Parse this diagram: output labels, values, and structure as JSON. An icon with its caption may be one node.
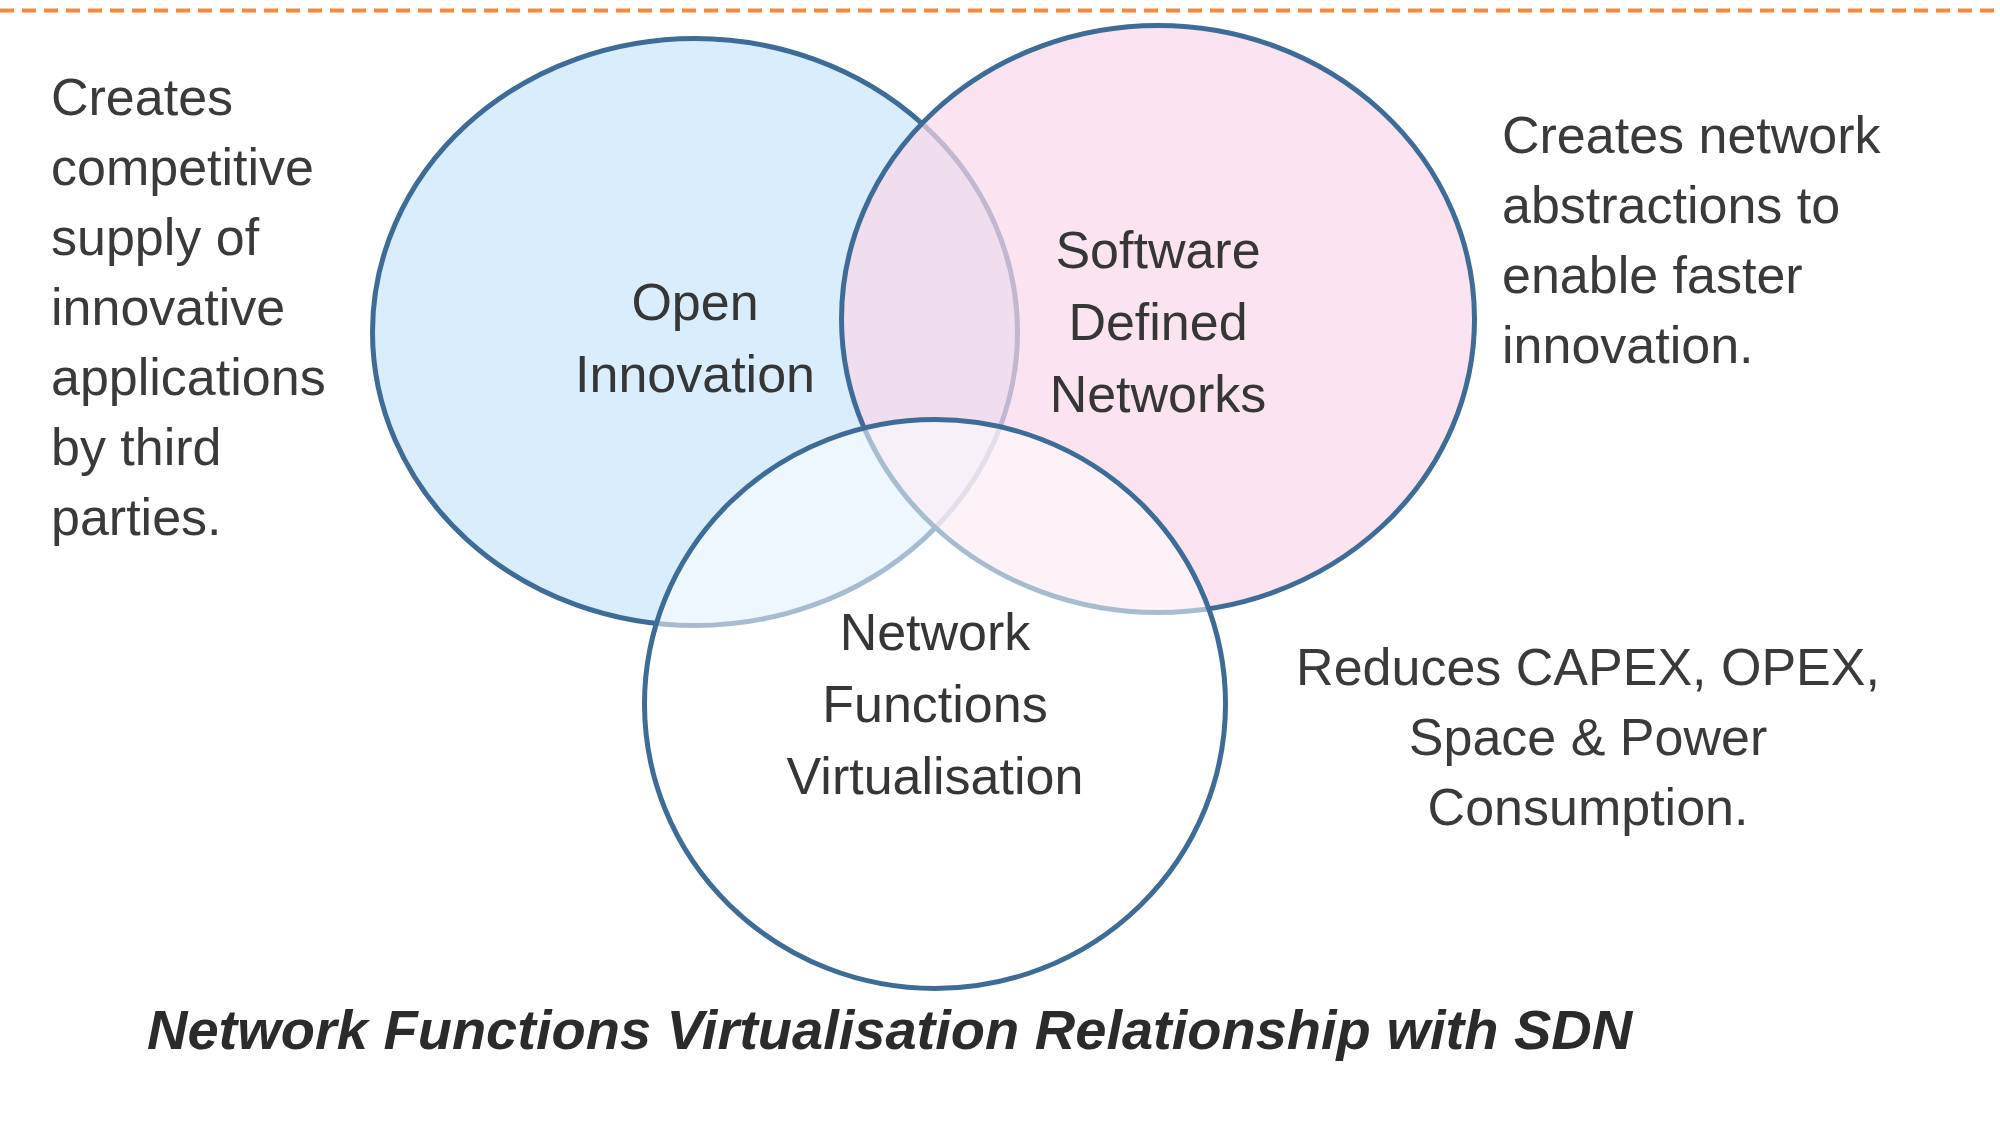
{
  "diagram": {
    "caption": "Network Functions Virtualisation Relationship with SDN",
    "nodes": [
      {
        "text": [
          "Open Innovation"
        ],
        "beside": [
          "Creates competitive supply of innovative applications by third parties."
        ]
      },
      {
        "text": [
          "Software Defined Networks"
        ],
        "beside": [
          "Creates network abstractions to enable faster innovation."
        ]
      },
      {
        "text": [
          "Network Functions Virtualisation"
        ]
      }
    ],
    "labels": [
      "Reduces CAPEX, OPEX, Space & Power Consumption."
    ]
  }
}
